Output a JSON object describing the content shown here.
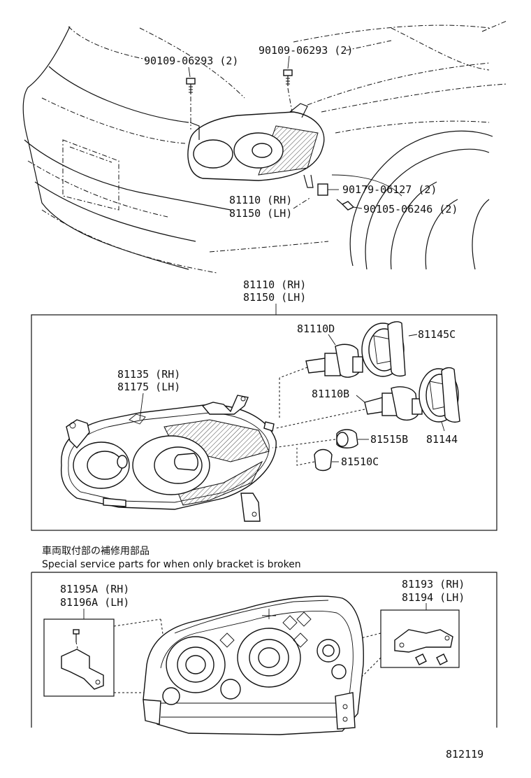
{
  "labels": {
    "bolt_left": "90109-06293 (2)",
    "bolt_right": "90109-06293 (2)",
    "top_assy_rh": "81110 (RH)",
    "top_assy_lh": "81150 (LH)",
    "nut": "90179-06127 (2)",
    "screw": "90105-06246 (2)",
    "main_assy_rh": "81110 (RH)",
    "main_assy_lh": "81150 (LH)",
    "bulb_d": "81110D",
    "socket_c": "81145C",
    "unit_rh": "81135 (RH)",
    "unit_lh": "81175 (LH)",
    "bulb_b": "81110B",
    "socket_b": "81515B",
    "cover": "81144",
    "bulb_c": "81510C",
    "note_jp": "車両取付部の補修用部品",
    "note_en": "Special service parts for when only bracket is broken",
    "bracket_a_rh": "81195A (RH)",
    "bracket_a_lh": "81196A (LH)",
    "bracket_rh": "81193 (RH)",
    "bracket_lh": "81194 (LH)",
    "figure_no": "812119"
  }
}
